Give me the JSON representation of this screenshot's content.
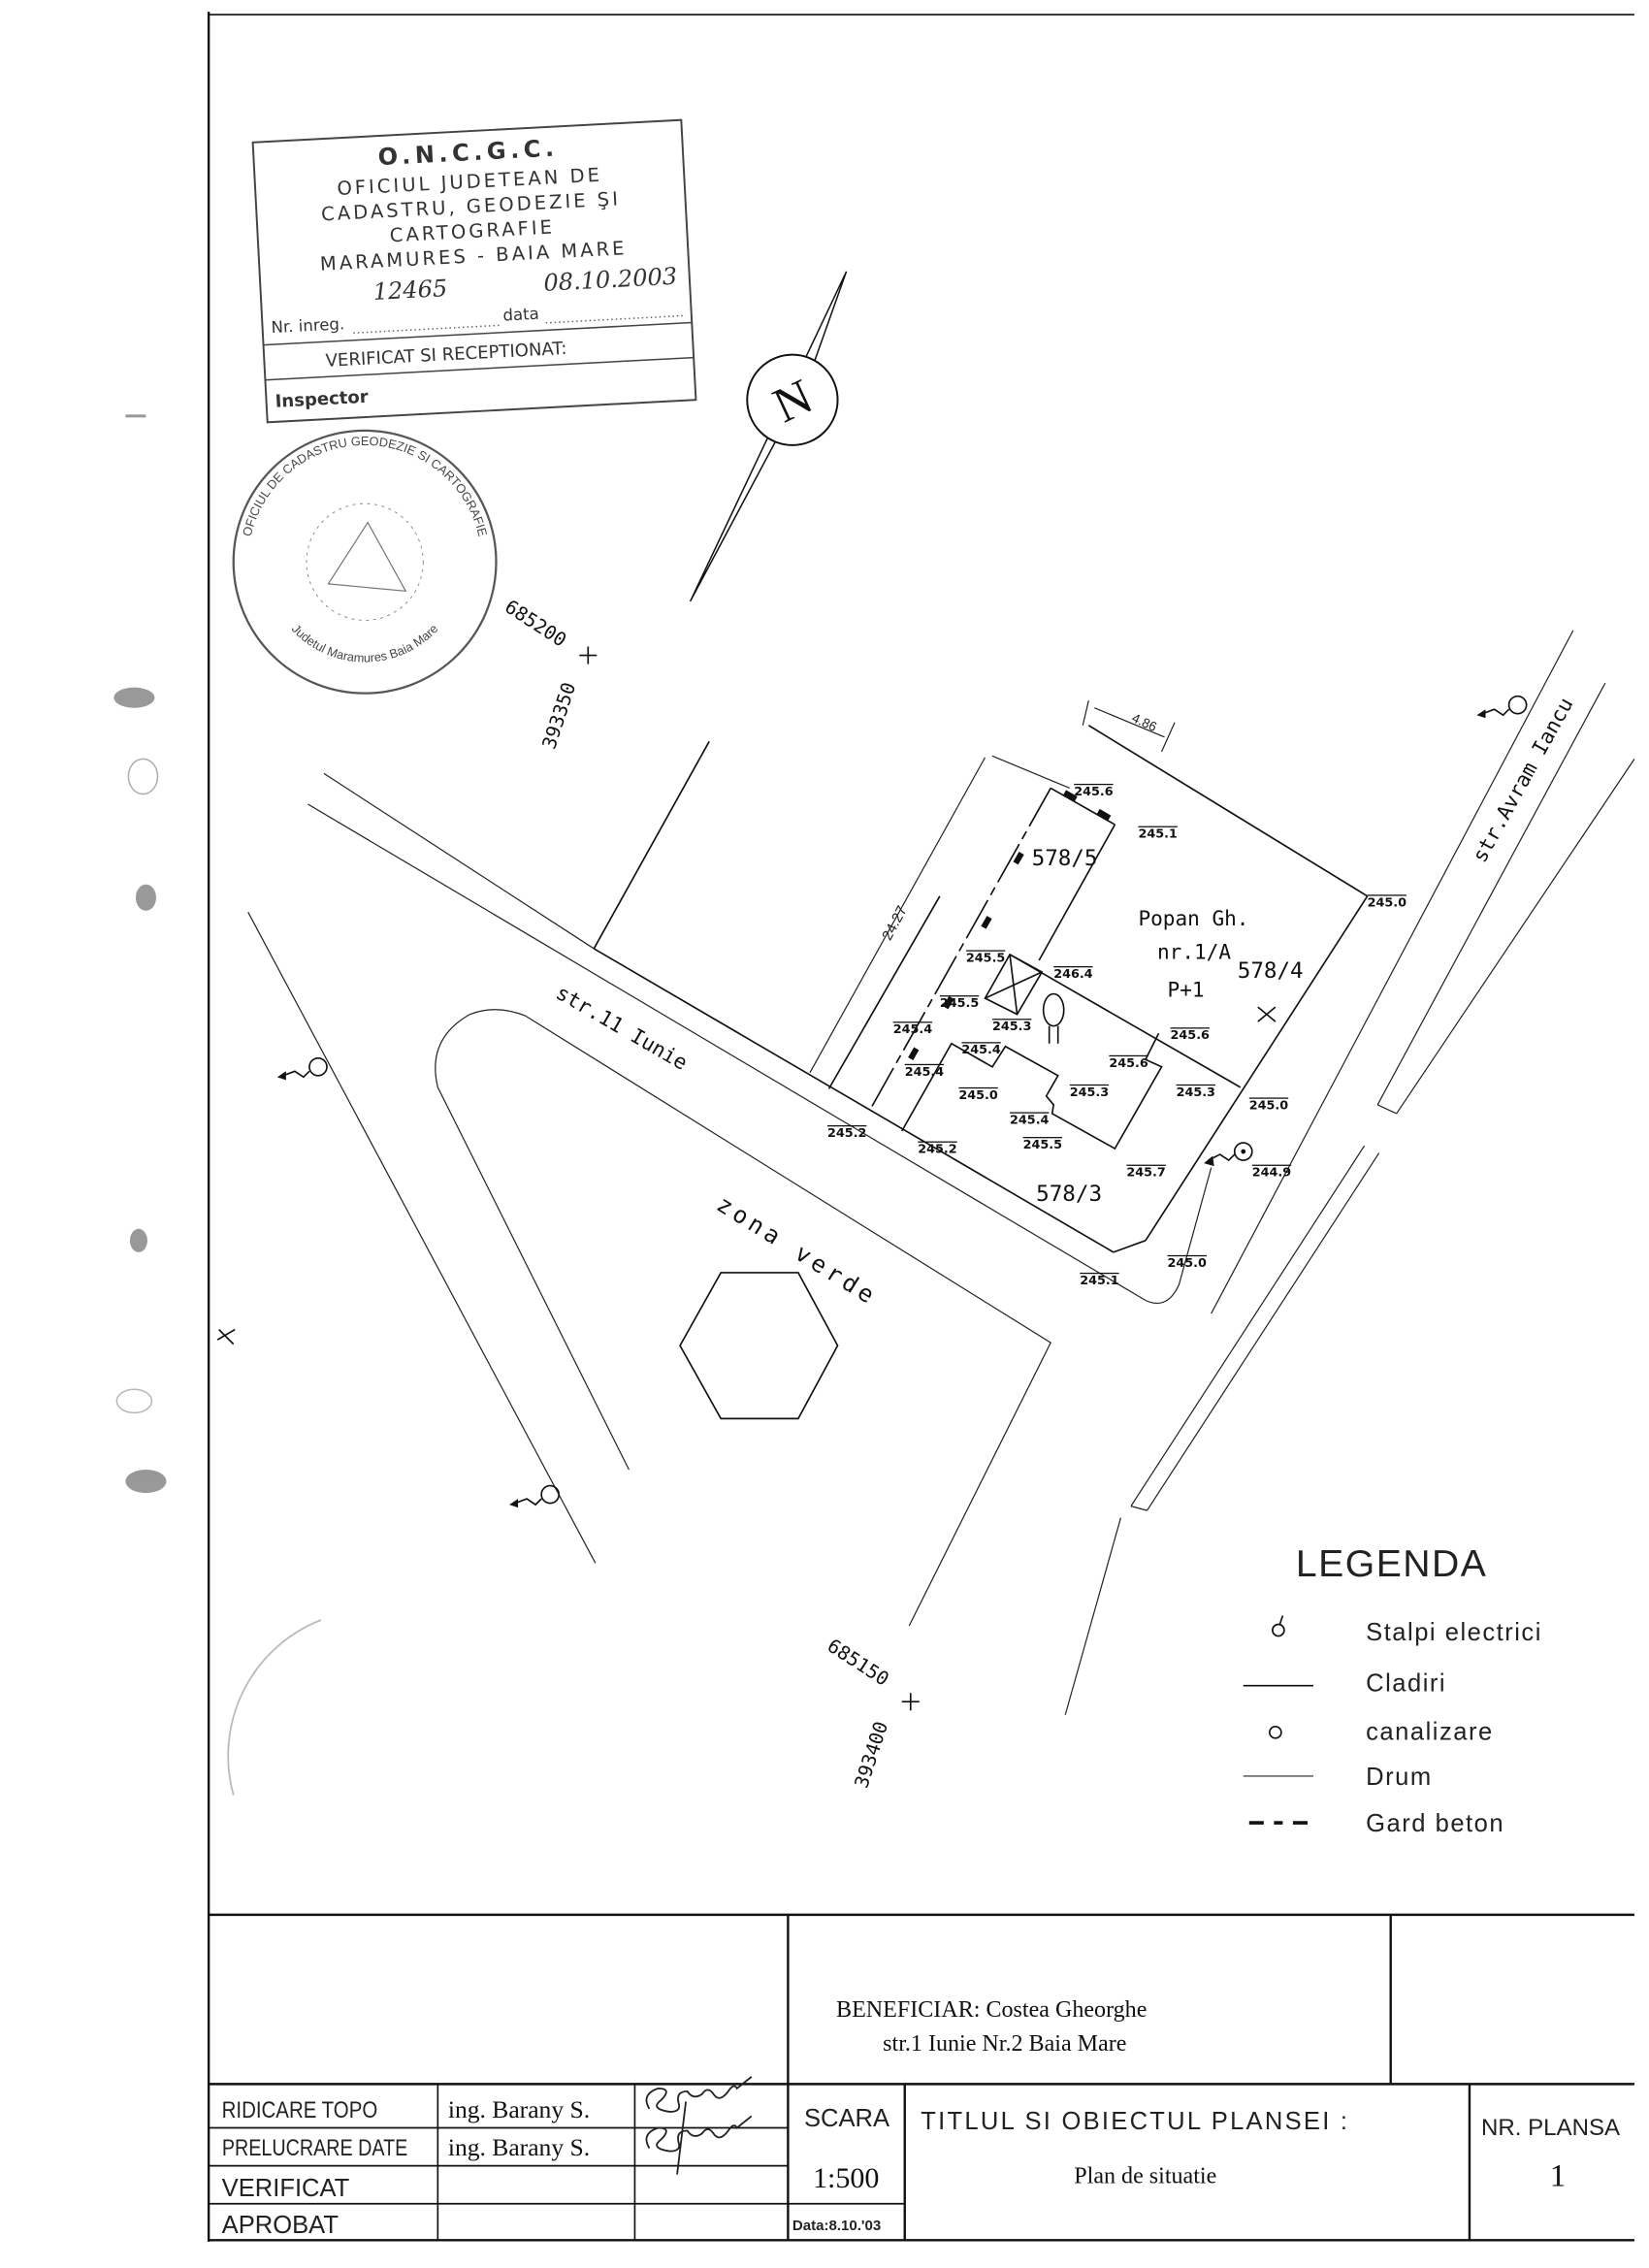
{
  "stamp": {
    "line1": "O.N.C.G.C.",
    "line2": "OFICIUL JUDETEAN DE",
    "line3": "CADASTRU, GEODEZIE ŞI",
    "line4": "CARTOGRAFIE",
    "line5": "MARAMURES - BAIA MARE",
    "nr_label": "Nr. inreg.",
    "nr_value": "12465",
    "data_label": "data",
    "data_value": "08.10.2003",
    "verified": "VERIFICAT SI RECEPTIONAT:",
    "inspector": "Inspector",
    "round_top": "OFICIUL DE CADASTRU GEODEZIE SI CARTOGRAFIE",
    "round_bottom": "Judetul Maramures Baia Mare"
  },
  "north": {
    "label": "N"
  },
  "coordinates": [
    {
      "x": "685200",
      "y": "393350"
    },
    {
      "x": "685150",
      "y": "393400"
    }
  ],
  "streets": {
    "south": "str.11 Iunie",
    "east": "str.Avram Iancu",
    "green": "zona verde"
  },
  "parcels": {
    "p5": "578/5",
    "p4": "578/4",
    "p3": "578/3",
    "owner": "Popan Gh.",
    "owner_nr": "nr.1/A",
    "owner_floors": "P+1"
  },
  "dimensions": {
    "width": "4.86",
    "depth": "24.27"
  },
  "elevations": [
    "245.6",
    "245.1",
    "245.0",
    "245.5",
    "246.4",
    "245.5",
    "245.4",
    "245.3",
    "245.4",
    "245.4",
    "245.0",
    "245.3",
    "245.6",
    "245.6",
    "245.3",
    "245.0",
    "245.4",
    "245.5",
    "245.2",
    "245.2",
    "245.7",
    "244.9",
    "245.0",
    "245.1"
  ],
  "legend": {
    "title": "LEGENDA",
    "items": [
      {
        "icon": "electric-pole-icon",
        "label": "Stalpi electrici"
      },
      {
        "icon": "building-line-icon",
        "label": "Cladiri"
      },
      {
        "icon": "sewer-circle-icon",
        "label": "canalizare"
      },
      {
        "icon": "road-line-icon",
        "label": "Drum"
      },
      {
        "icon": "concrete-fence-icon",
        "label": "Gard beton"
      }
    ]
  },
  "title_block": {
    "beneficiary": "BENEFICIAR: Costea Gheorghe",
    "address": "str.1 Iunie Nr.2 Baia Mare",
    "rows": [
      {
        "role": "RIDICARE TOPO",
        "name": "ing. Barany S.",
        "signature": "Barany"
      },
      {
        "role": "PRELUCRARE DATE",
        "name": "ing. Barany S.",
        "signature": "Barany"
      },
      {
        "role": "VERIFICAT",
        "name": ""
      },
      {
        "role": "APROBAT",
        "name": ""
      }
    ],
    "scale_label": "SCARA",
    "scale_value": "1:500",
    "date": "Data:8.10.'03",
    "title_label": "TITLUL SI OBIECTUL PLANSEI :",
    "title_value": "Plan de situatie",
    "sheet_label": "NR. PLANSA",
    "sheet_value": "1"
  }
}
